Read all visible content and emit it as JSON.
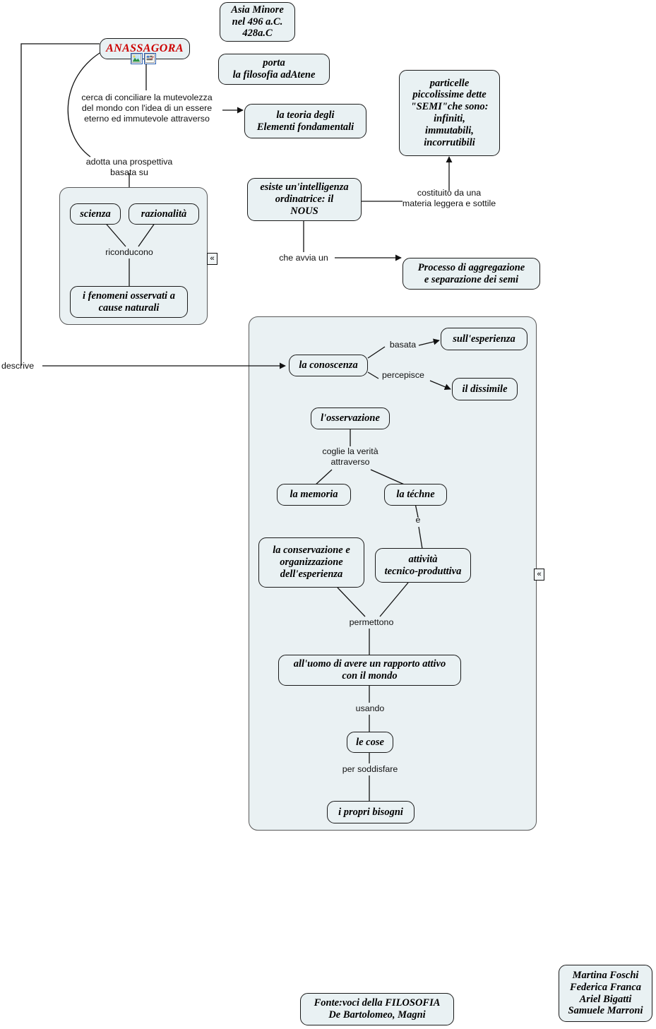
{
  "document": {
    "type": "concept-map",
    "title": "ANASSAGORA",
    "language": "it"
  },
  "colors": {
    "node_fill": "#e9f1f3",
    "node_border": "#1a1a1a",
    "group_fill": "#eaf1f3",
    "group_border": "#585858",
    "root_text": "#cc0000",
    "label_text": "#111111",
    "icon_border": "#2b5fb0",
    "page_background": "#ffffff"
  },
  "nodes": {
    "root": "ANASSAGORA",
    "asia_minore": "Asia Minore\nnel 496 a.C.\n428a.C",
    "porta_filosofia": "porta\nla filosofia adAtene",
    "teoria_elementi": "la teoria degli\nElementi fondamentali",
    "particelle_semi": "particelle\npiccolissime dette\n\"SEMI\"che sono:\ninfiniti,\nimmutabili,\nincorrutibili",
    "nous": "esiste un'intelligenza\nordinatrice: il\nNOUS",
    "processo": "Processo di aggregazione\ne separazione dei semi",
    "scienza": "scienza",
    "razionalita": "razionalità",
    "fenomeni": "i fenomeni osservati a\ncause naturali",
    "conoscenza": "la conoscenza",
    "esperienza": "sull'esperienza",
    "dissimile": "il dissimile",
    "osservazione": "l'osservazione",
    "memoria": "la memoria",
    "techne": "la téchne",
    "conservazione": "la conservazione e\norganizzazione\ndell'esperienza",
    "attivita": "attività\ntecnico-produttiva",
    "rapporto_attivo": "all'uomo di avere un rapporto attivo\ncon il mondo",
    "le_cose": "le cose",
    "bisogni": "i propri bisogni",
    "fonte": "Fonte:voci della FILOSOFIA\nDe Bartolomeo, Magni",
    "autori": "Martina Foschi\nFederica Franca\nAriel Bigatti\nSamuele Marroni"
  },
  "edge_labels": {
    "cerca_conciliare": "cerca di conciliare la mutevolezza\ndel mondo con l'idea di un essere\neterno ed immutevole attraverso",
    "adotta_prospettiva": "adotta una prospettiva\nbasata su",
    "riconducono": "riconducono",
    "costituito_da": "costituito da una\nmateria leggera e sottile",
    "che_avvia": "che avvia un",
    "descrive": "descrive",
    "basata": "basata",
    "percepisce": "percepisce",
    "coglie_verita": "coglie la verità\nattraverso",
    "e_verb": "è",
    "permettono": "permettono",
    "usando": "usando",
    "per_soddisfare": "per soddisfare"
  },
  "controls": {
    "collapse_glyph": "«",
    "collapse_group_science": "collapse-science-group",
    "collapse_group_knowledge": "collapse-knowledge-group"
  },
  "icons": {
    "image_icon": "image-attachment-icon",
    "note_icon": "note-attachment-icon"
  }
}
